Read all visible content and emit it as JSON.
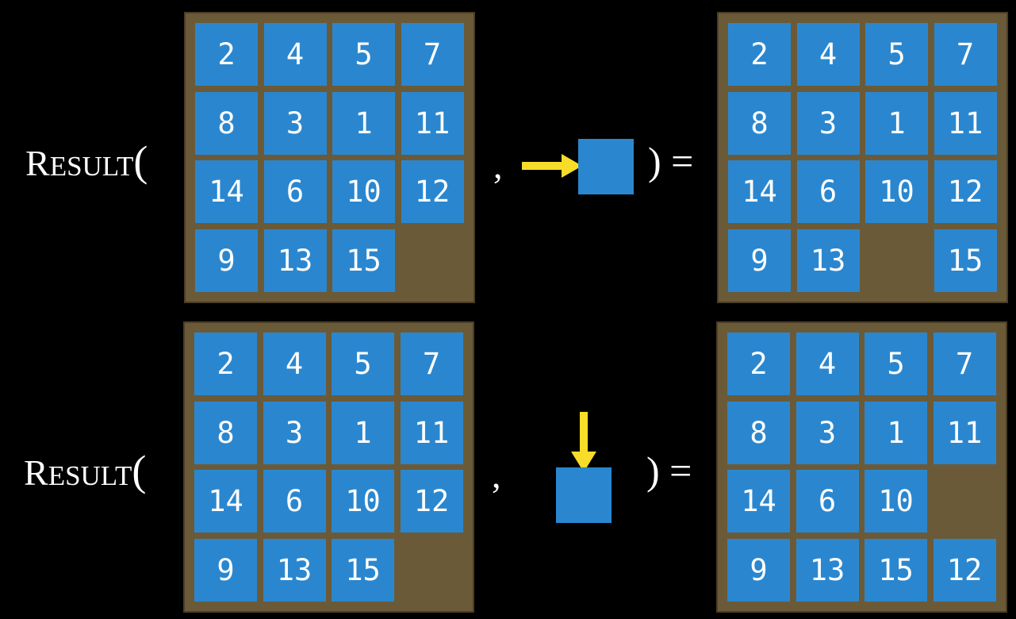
{
  "fn_name": "RESULT",
  "equations": [
    {
      "fn_first": "R",
      "fn_rest": "ESULT",
      "open_paren": "(",
      "comma": ",",
      "close_eq": ") =",
      "action": "right",
      "input": [
        [
          2,
          4,
          5,
          7
        ],
        [
          8,
          3,
          1,
          11
        ],
        [
          14,
          6,
          10,
          12
        ],
        [
          9,
          13,
          15,
          null
        ]
      ],
      "output": [
        [
          2,
          4,
          5,
          7
        ],
        [
          8,
          3,
          1,
          11
        ],
        [
          14,
          6,
          10,
          12
        ],
        [
          9,
          13,
          null,
          15
        ]
      ]
    },
    {
      "fn_first": "R",
      "fn_rest": "ESULT",
      "open_paren": "(",
      "comma": ",",
      "close_eq": ") =",
      "action": "down",
      "input": [
        [
          2,
          4,
          5,
          7
        ],
        [
          8,
          3,
          1,
          11
        ],
        [
          14,
          6,
          10,
          12
        ],
        [
          9,
          13,
          15,
          null
        ]
      ],
      "output": [
        [
          2,
          4,
          5,
          7
        ],
        [
          8,
          3,
          1,
          11
        ],
        [
          14,
          6,
          10,
          null
        ],
        [
          9,
          13,
          15,
          12
        ]
      ]
    }
  ],
  "colors": {
    "background": "#000000",
    "board": "#6b5a38",
    "tile": "#2a87cf",
    "arrow": "#f7dc2a",
    "text": "#ffffff"
  }
}
